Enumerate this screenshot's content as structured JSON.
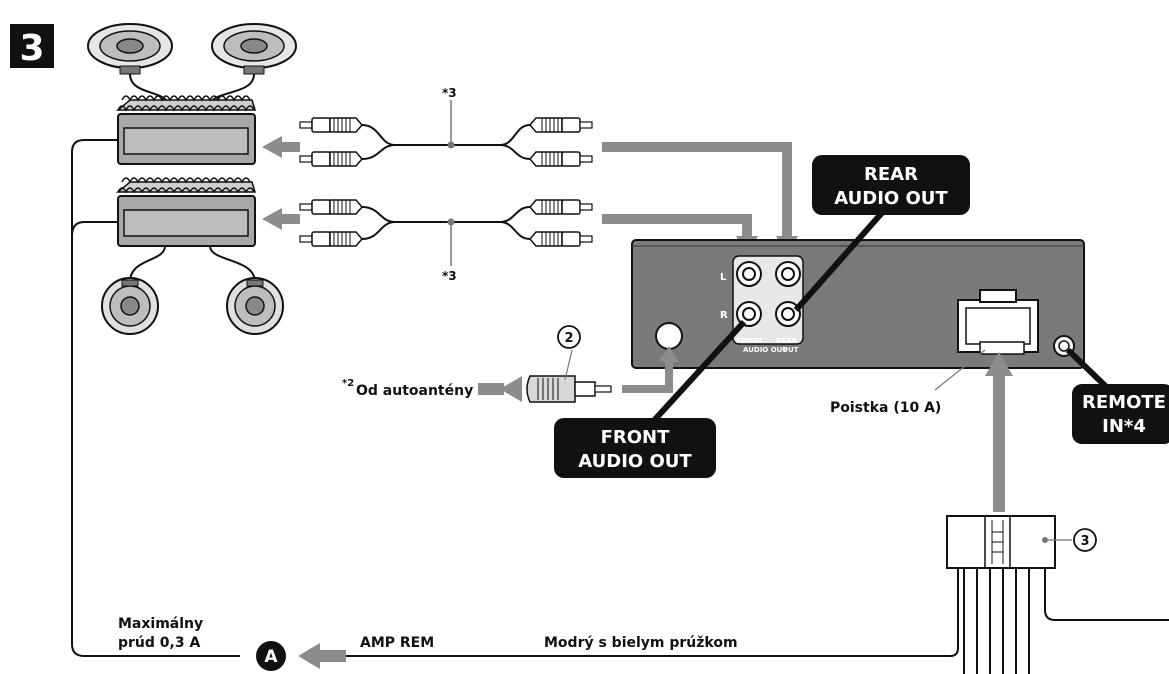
{
  "step_number": "3",
  "labels": {
    "note3_top": "*3",
    "note3_bottom": "*3",
    "port_l": "L",
    "port_r": "R",
    "front_audio_out_small": "FRONT\nAUDIO OUT",
    "rear_out_small": "REAR\nOUT",
    "antenna_marker": "*2",
    "antenna_text": "Od autoantény",
    "fuse": "Poistka (10 A)",
    "max_current_line1": "Maximálny",
    "max_current_line2": "prúd 0,3 A",
    "amp_rem": "AMP REM",
    "wire_color": "Modrý s bielym prúžkom"
  },
  "callouts": {
    "rear_audio_out_line1": "REAR",
    "rear_audio_out_line2": "AUDIO OUT",
    "front_audio_out_line1": "FRONT",
    "front_audio_out_line2": "AUDIO OUT",
    "remote_in_line1": "REMOTE",
    "remote_in_line2": "IN*4"
  },
  "markers": {
    "part_2": "2",
    "part_3": "3",
    "point_a": "A"
  },
  "colors": {
    "arrow": "#8c8c8c",
    "unit_fill": "#7a7a7a",
    "amp_fill": "#a8a8a8",
    "callout_fill": "#111111"
  }
}
